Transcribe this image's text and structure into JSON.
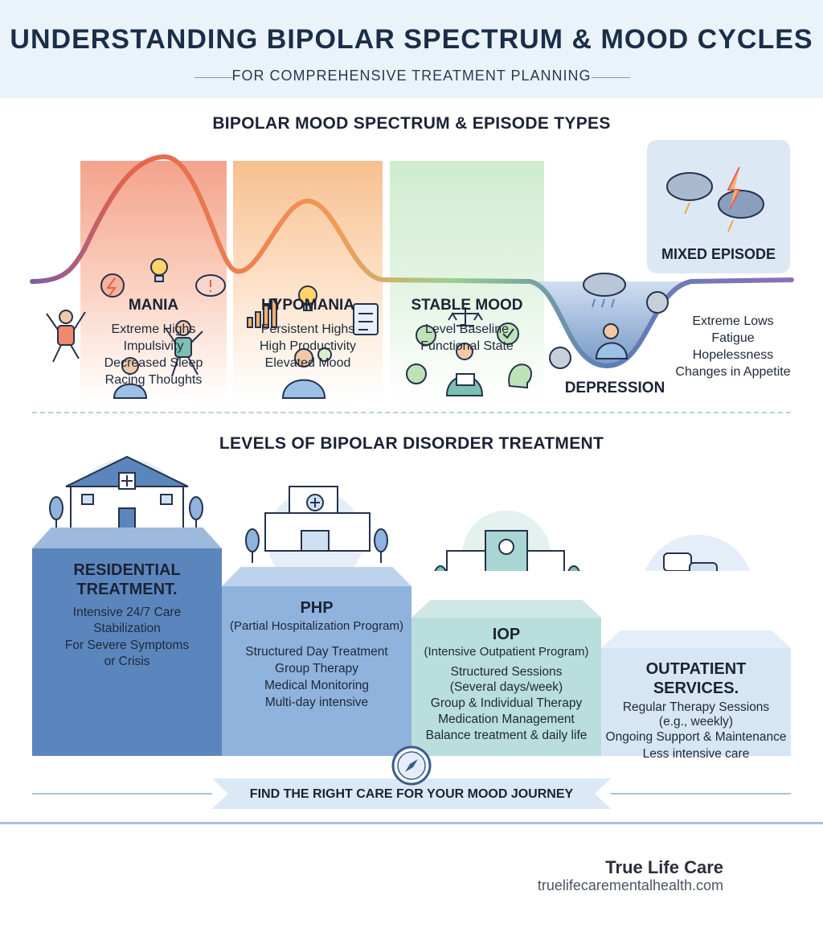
{
  "header": {
    "title": "UNDERSTANDING BIPOLAR SPECTRUM & MOOD CYCLES",
    "subtitle": "FOR COMPREHENSIVE TREATMENT PLANNING"
  },
  "spectrum": {
    "title": "BIPOLAR MOOD SPECTRUM & EPISODE TYPES",
    "stages": [
      {
        "name": "MANIA",
        "lines": [
          "Extreme Highs",
          "Impulsivity",
          "Decreased Sleep",
          "Racing Thoughts"
        ],
        "color": "#f08a6e"
      },
      {
        "name": "HYPOMANIA",
        "lines": [
          "Persistent Highs",
          "High Productivity",
          "Elevated Mood"
        ],
        "color": "#f6b076"
      },
      {
        "name": "STABLE MOOD",
        "lines": [
          "Level Baseline",
          "Functional State"
        ],
        "color": "#9fd3a8"
      },
      {
        "name": "DEPRESSION",
        "lines": [
          "Extreme Lows",
          "Fatigue",
          "Hopelessness",
          "Changes in Appetite"
        ],
        "color": "#6f93c4"
      }
    ],
    "mixed": {
      "name": "MIXED EPISODE"
    }
  },
  "treatment": {
    "title": "LEVELS OF BIPOLAR DISORDER TREATMENT",
    "levels": [
      {
        "title_lines": [
          "RESIDENTIAL",
          "TREATMENT."
        ],
        "subtitle": "",
        "lines": [
          "Intensive 24/7 Care",
          "Stabilization",
          "For Severe Symptoms",
          "or Crisis"
        ],
        "color": "#5b86bd"
      },
      {
        "title_lines": [
          "PHP"
        ],
        "subtitle": "(Partial Hospitalization Program)",
        "lines": [
          "Structured Day Treatment",
          "Group Therapy",
          "Medical Monitoring",
          "Multi-day intensive"
        ],
        "color": "#8fb3dc"
      },
      {
        "title_lines": [
          "IOP"
        ],
        "subtitle": "(Intensive Outpatient Program)",
        "lines": [
          "Structured Sessions",
          "(Several days/week)",
          "Group & Individual Therapy",
          "Medication Management",
          "Balance treatment & daily life"
        ],
        "color": "#a9d6d2"
      },
      {
        "title_lines": [
          "OUTPATIENT",
          "SERVICES."
        ],
        "subtitle": "",
        "lines": [
          "Regular Therapy Sessions",
          "(e.g., weekly)",
          "Ongoing Support & Maintenance",
          "Less intensive care"
        ],
        "color": "#cfe2f3"
      }
    ],
    "banner": "FIND THE RIGHT CARE FOR YOUR MOOD JOURNEY"
  },
  "footer": {
    "brand": "True Life Care",
    "site": "truelifecarementalhealth.com"
  }
}
